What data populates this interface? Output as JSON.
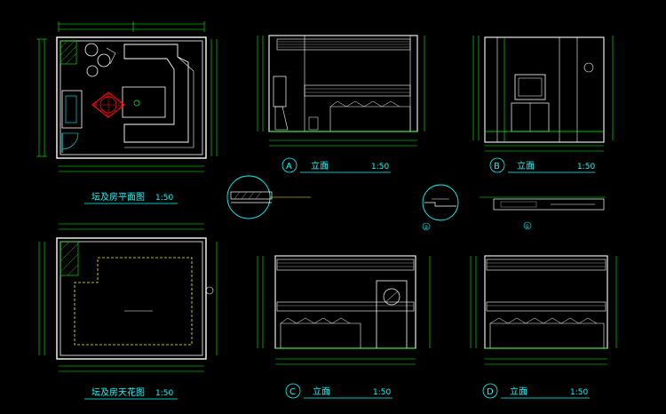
{
  "drawing": {
    "plan_title": "坛及房平面图",
    "plan_scale": "1:50",
    "ceiling_title": "坛及房天花图",
    "ceiling_scale": "1:50",
    "elev_a": {
      "letter": "A",
      "label": "立面",
      "scale": "1:50"
    },
    "elev_b": {
      "letter": "B",
      "label": "立面",
      "scale": "1:50"
    },
    "elev_c": {
      "letter": "C",
      "label": "立面",
      "scale": "1:50"
    },
    "elev_d": {
      "letter": "D",
      "label": "立面",
      "scale": "1:50"
    },
    "detail_1": "①",
    "detail_2": "②",
    "marker_letters": [
      "A",
      "B",
      "C",
      "D"
    ]
  },
  "colors": {
    "background": "#000000",
    "wall": "#ffffff",
    "accent_cyan": "#00ffff",
    "dim_green": "#00ff00",
    "marker_red": "#ff0000",
    "note_yellow": "#ffff00",
    "hatch_gray": "#a0a0a0"
  }
}
